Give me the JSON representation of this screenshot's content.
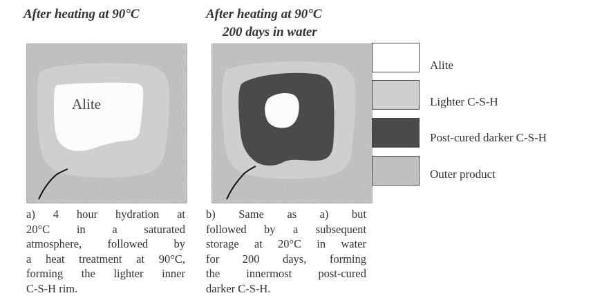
{
  "titles": {
    "a": "After heating at 90°C",
    "b_line1": "After heating at 90°C",
    "b_line2": "200 days in water"
  },
  "panel_a": {
    "center_label": "Alite"
  },
  "captions": {
    "a": [
      "a) 4 hour hydration at",
      "20°C in a saturated",
      "atmosphere, followed by",
      "a heat treatment at 90°C,",
      "forming the lighter inner",
      "C-S-H rim."
    ],
    "b": [
      "b) Same as a) but",
      "followed by a subsequent",
      "storage at 20°C in water",
      "for 200 days, forming",
      "the innermost post-cured",
      "darker C-S-H."
    ]
  },
  "legend": [
    {
      "label": "Alite",
      "fill": "#ffffff",
      "pattern": false
    },
    {
      "label": "Lighter C-S-H",
      "fill": "#cfcfcf",
      "pattern": false
    },
    {
      "label": "Post-cured darker C-S-H",
      "fill": "#4a4a4a",
      "pattern": false
    },
    {
      "label": "Outer product",
      "fill": "#c4c4c4",
      "pattern": true
    }
  ],
  "colors": {
    "alite": "#ffffff",
    "lighter_csh": "#cfcfcf",
    "darker_csh": "#4a4a4a",
    "outer_product": "#c4c4c4"
  }
}
